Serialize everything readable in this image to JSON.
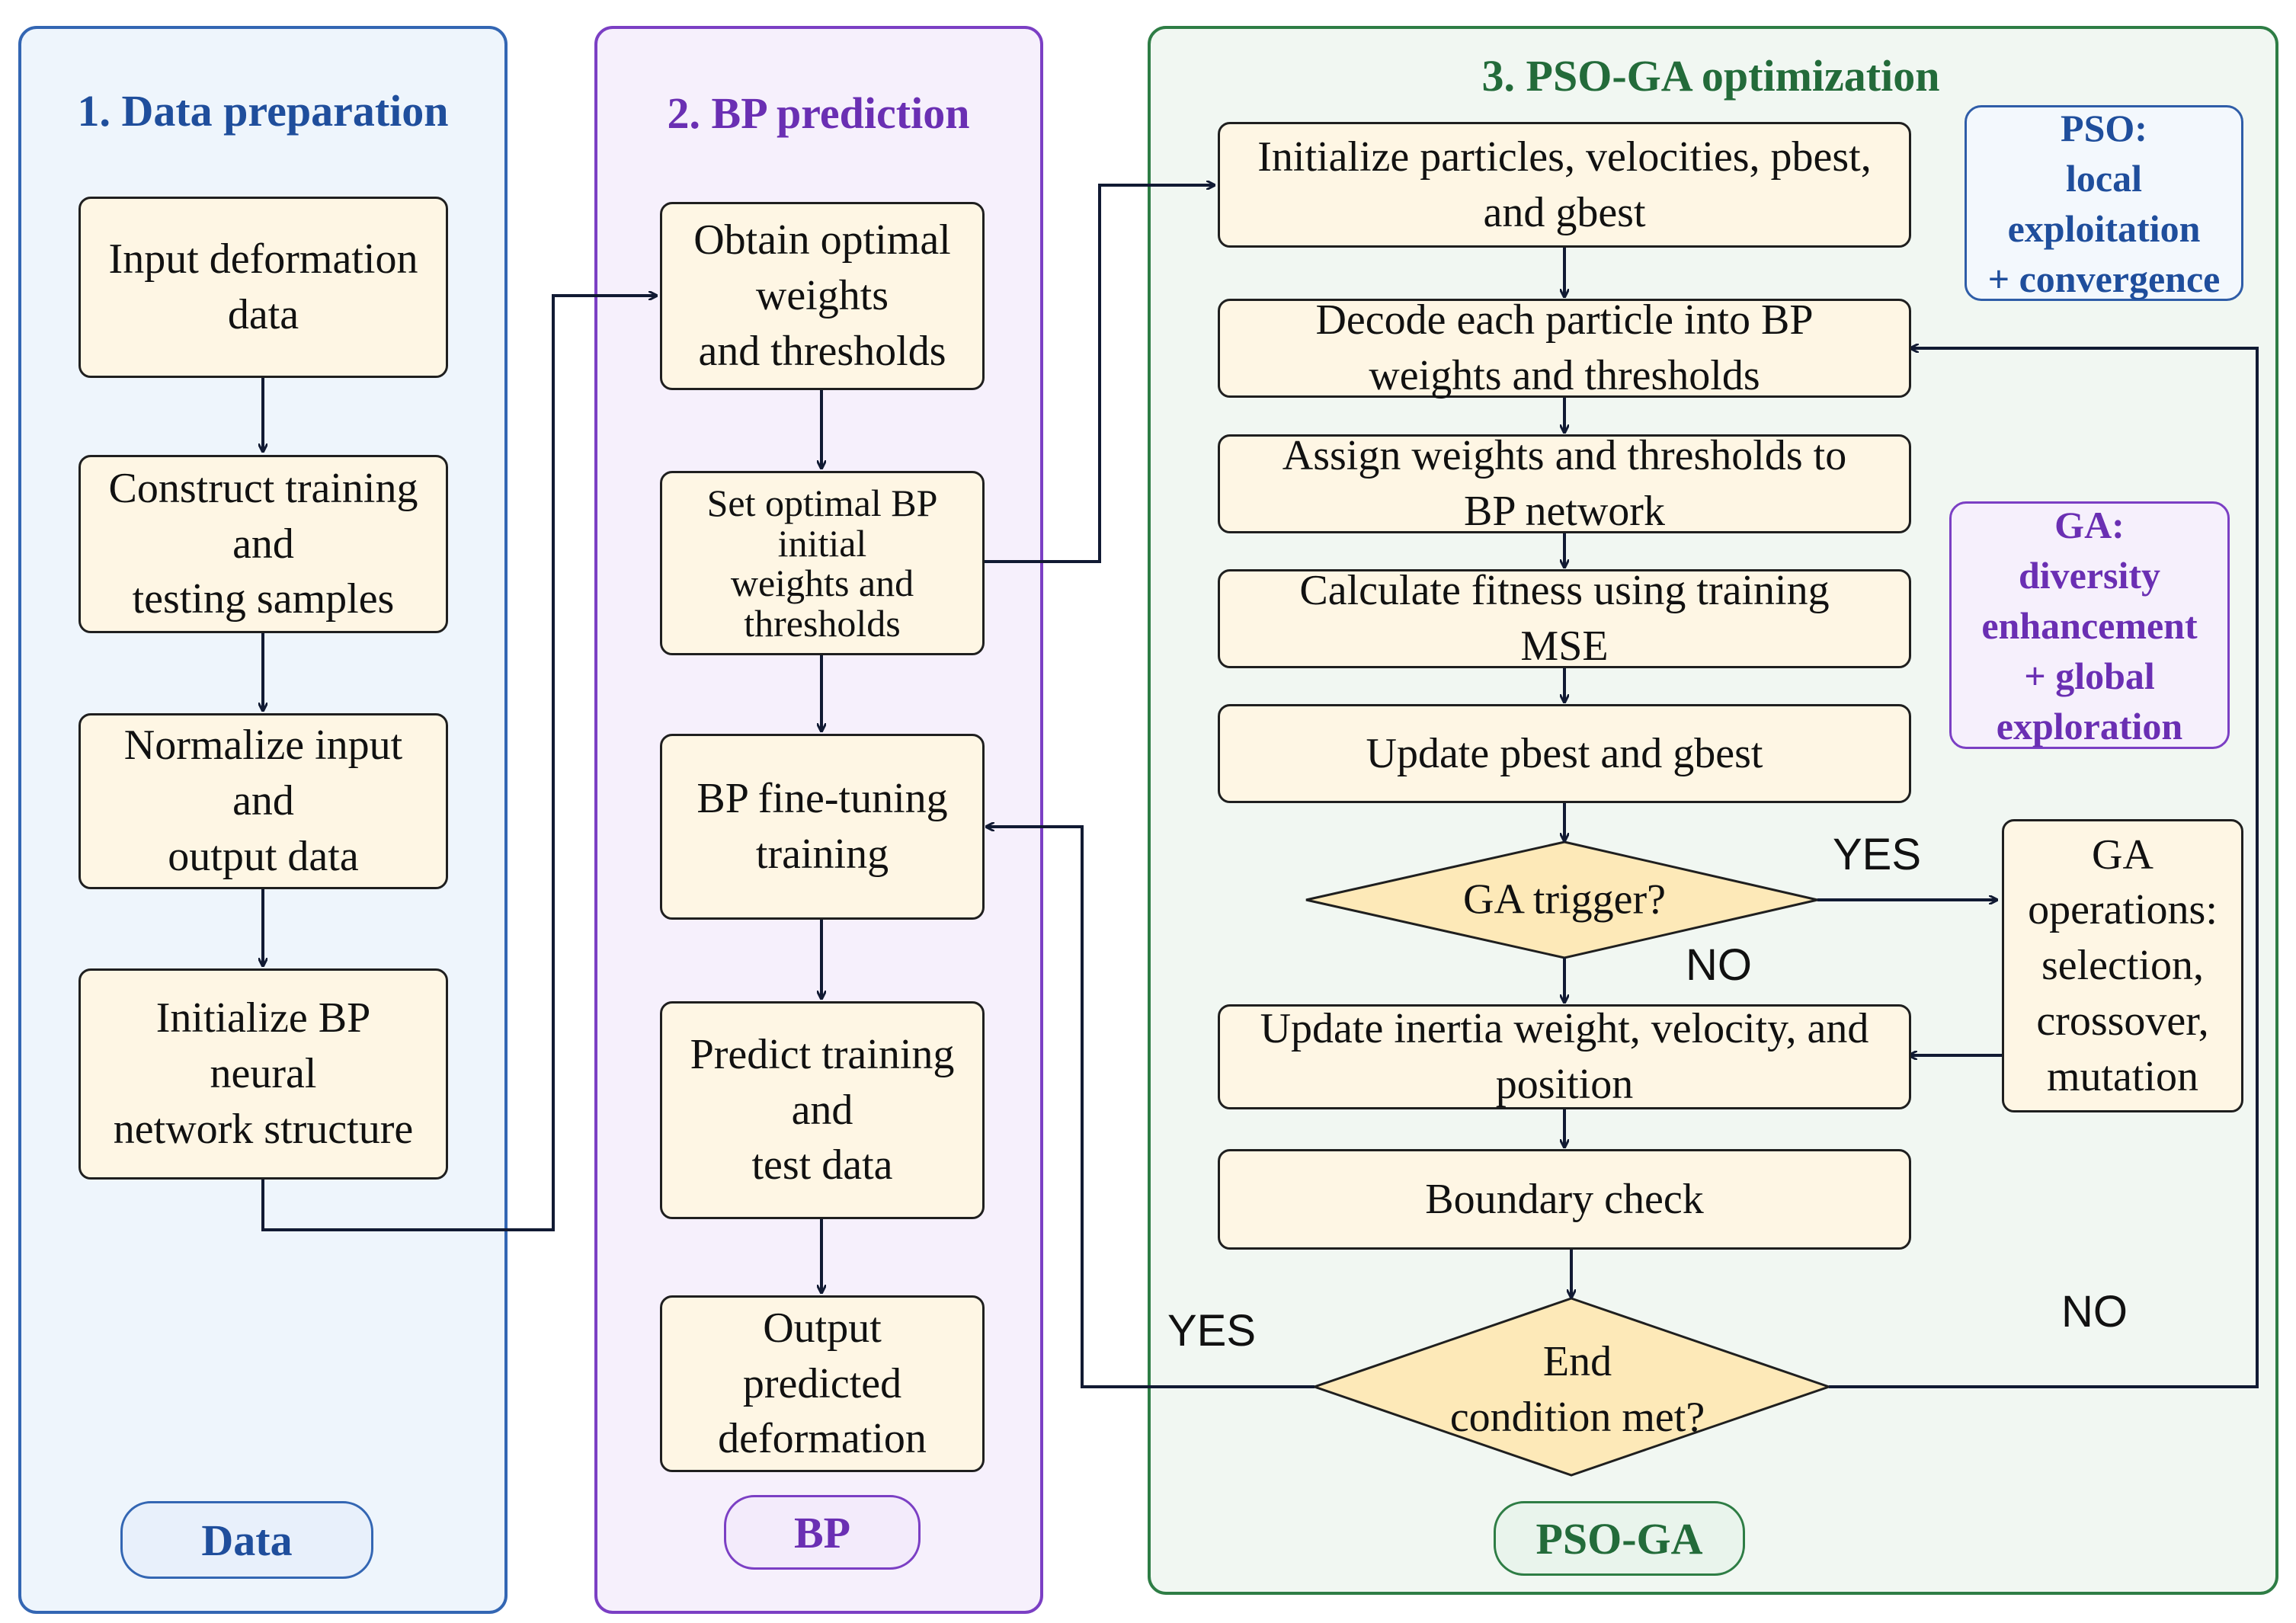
{
  "colors": {
    "data_panel": "#3366b3",
    "bp_panel": "#7b3fc4",
    "pso_panel": "#2e7d45",
    "box_fill": "#fef6e4",
    "diamond_fill": "#fde9b8"
  },
  "panels": {
    "data": {
      "title": "1. Data preparation",
      "tag": "Data",
      "steps": [
        "Input deformation\ndata",
        "Construct training\nand\ntesting samples",
        "Normalize input\nand\noutput data",
        "Initialize BP\nneural\nnetwork structure"
      ]
    },
    "bp": {
      "title": "2. BP prediction",
      "tag": "BP",
      "steps": [
        "Obtain optimal\nweights\nand thresholds",
        "Set optimal BP\ninitial\nweights and\nthresholds",
        "BP fine-tuning\ntraining",
        "Predict training\nand\ntest data",
        "Output\npredicted\ndeformation"
      ]
    },
    "pso": {
      "title": "3. PSO-GA optimization",
      "tag": "PSO-GA",
      "steps": [
        "Initialize particles, velocities, pbest,\nand gbest",
        "Decode each particle into BP\nweights and thresholds",
        "Assign weights and thresholds to\nBP network",
        "Calculate fitness using training\nMSE",
        "Update pbest and gbest",
        "GA trigger?",
        "Update inertia weight, velocity, and\nposition",
        "Boundary check",
        "End\ncondition met?"
      ],
      "ga_box": "GA\noperations:\nselection,\ncrossover,\nmutation",
      "pso_note": [
        "PSO:",
        "local",
        "exploitation",
        "+ convergence"
      ],
      "ga_note": [
        "GA:",
        "diversity",
        "enhancement",
        "+ global",
        "exploration"
      ],
      "labels": {
        "ga_yes": "YES",
        "ga_no": "NO",
        "end_yes": "YES",
        "end_no": "NO"
      }
    }
  }
}
